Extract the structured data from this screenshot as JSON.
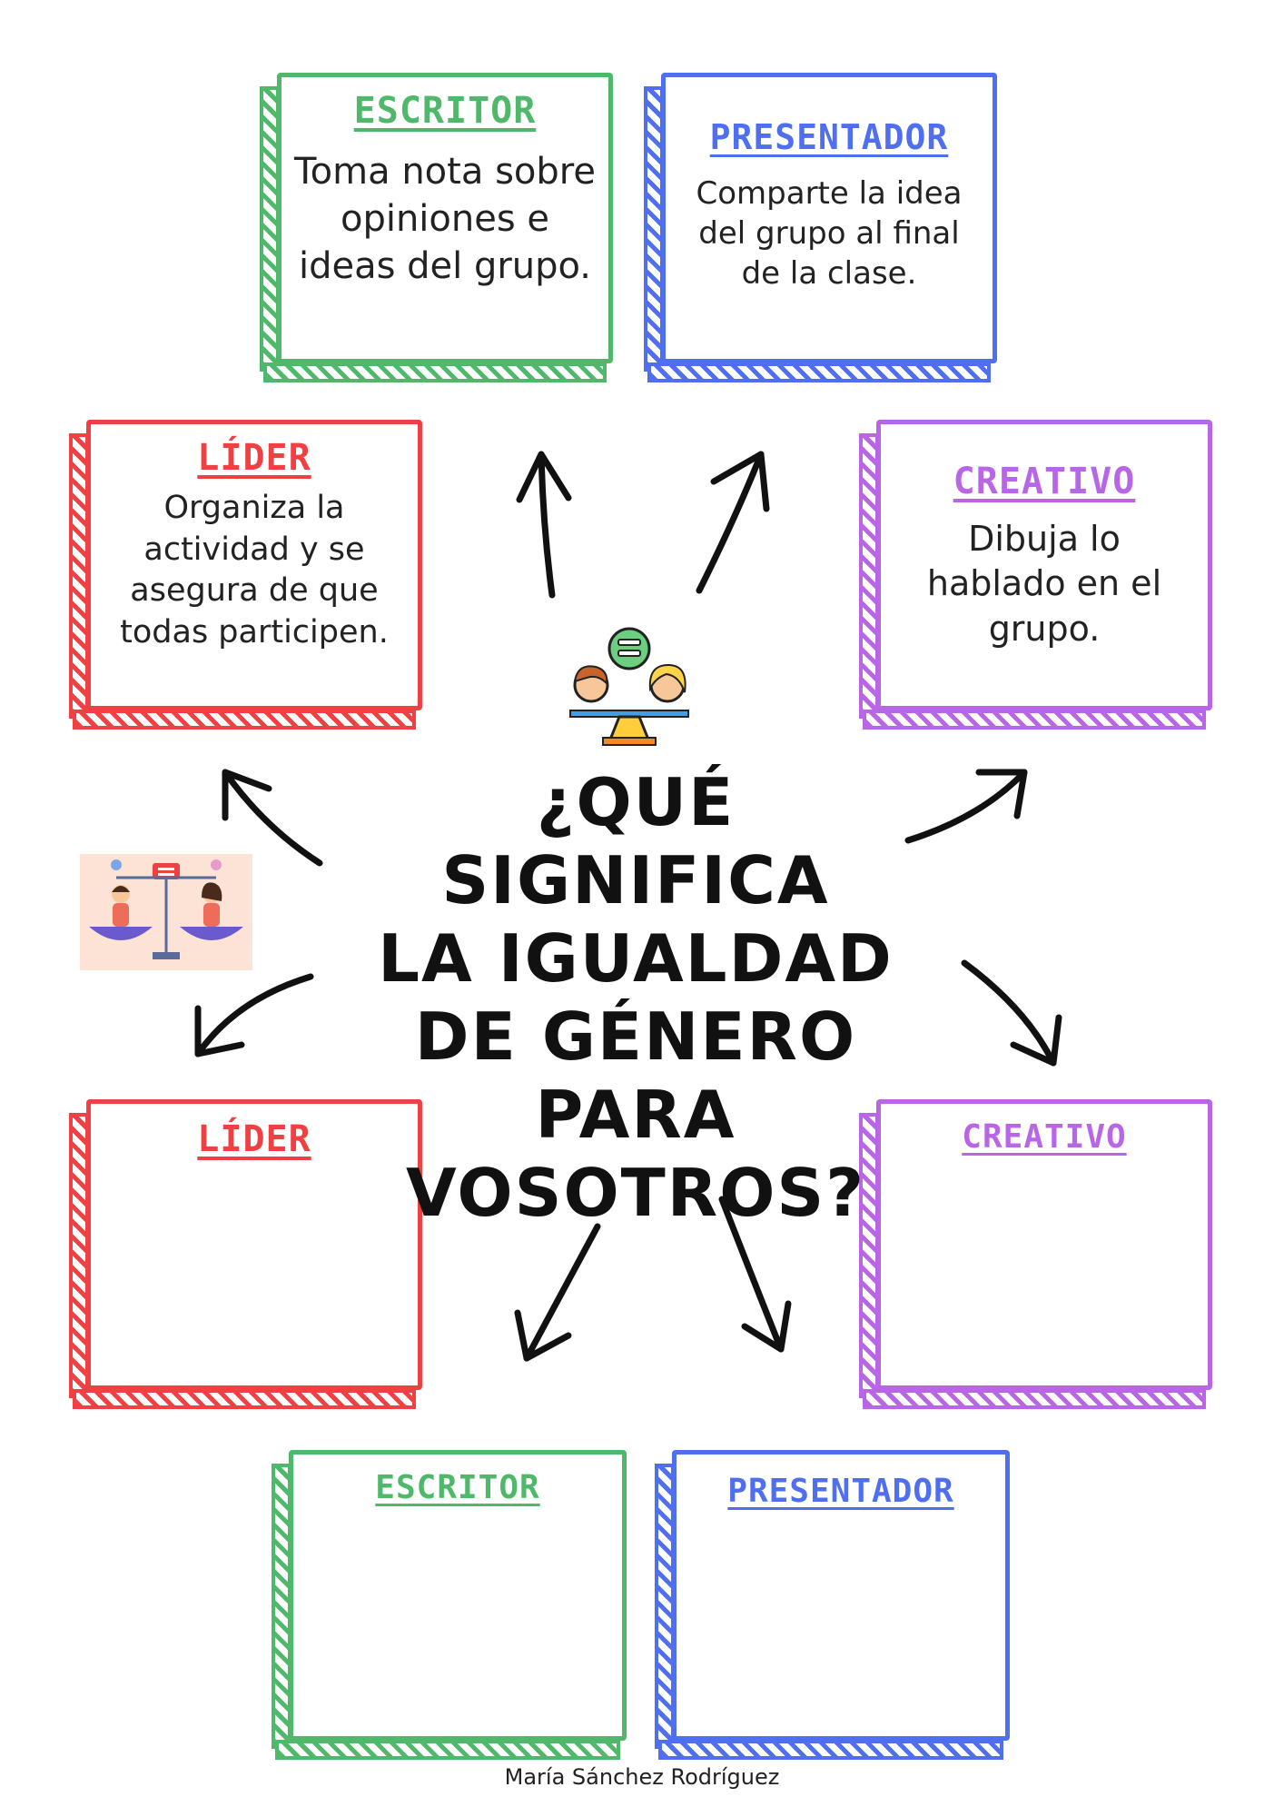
{
  "question": {
    "lines": [
      "¿QUÉ SIGNIFICA",
      "LA IGUALDAD",
      "DE GÉNERO",
      "PARA",
      "VOSOTROS?"
    ]
  },
  "roles": {
    "escritor": {
      "title": "ESCRITOR",
      "text": "Toma nota sobre opiniones e ideas del grupo."
    },
    "presentador": {
      "title": "PRESENTADOR",
      "text": "Comparte la idea del grupo al final de la clase."
    },
    "lider": {
      "title": "LÍDER",
      "text": "Organiza la actividad y se asegura de que todas participen."
    },
    "creativo": {
      "title": "CREATIVO",
      "text": "Dibuja lo hablado en el grupo."
    }
  },
  "answer_boxes": {
    "lider": {
      "title": "LÍDER"
    },
    "creativo": {
      "title": "CREATIVO"
    },
    "escritor": {
      "title": "ESCRITOR"
    },
    "presentador": {
      "title": "PRESENTADOR"
    }
  },
  "icons": [
    "gender-equality-scale-icon",
    "gender-equality-illustration"
  ],
  "colors": {
    "green": "#4fb86a",
    "blue": "#4f6ef0",
    "red": "#ef4043",
    "purple": "#b966e6"
  },
  "author": "María Sánchez Rodríguez"
}
